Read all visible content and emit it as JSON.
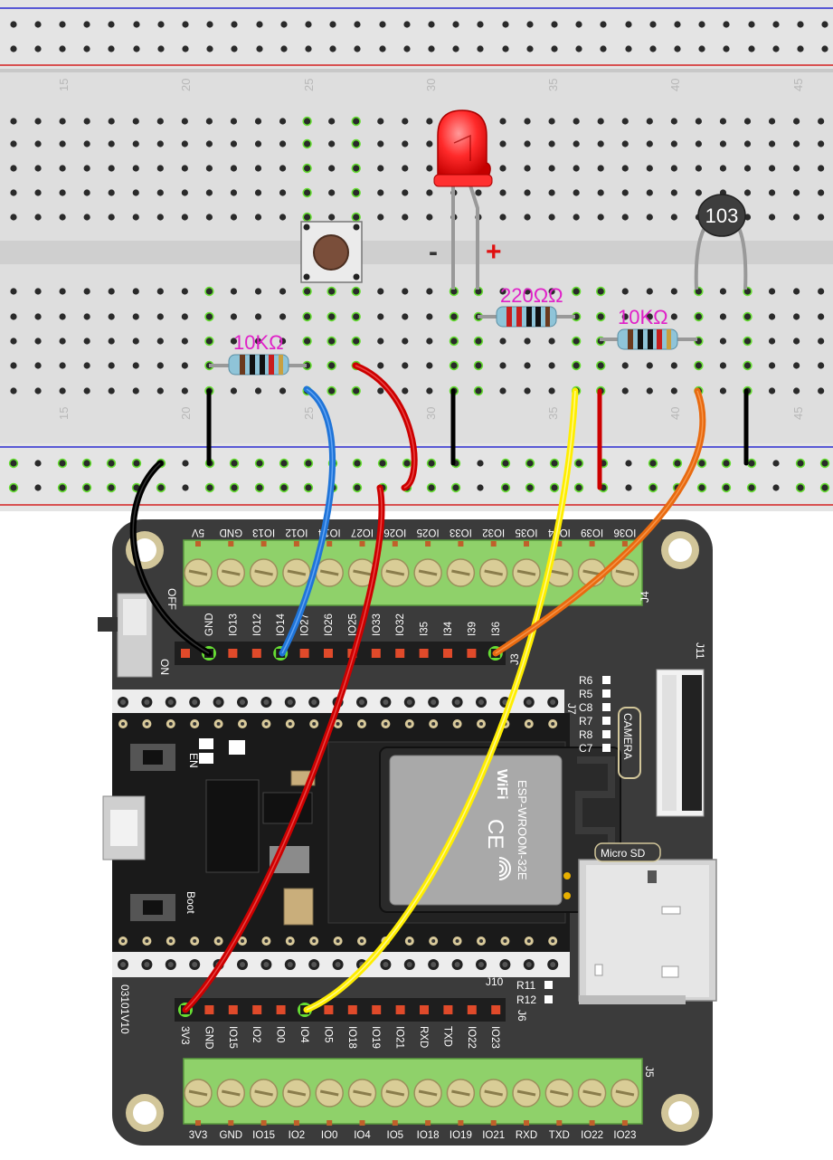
{
  "breadboard": {
    "column_numbers": [
      "15",
      "20",
      "25",
      "30",
      "35",
      "40",
      "45"
    ]
  },
  "components": {
    "resistor_left_label": "10KΩ",
    "resistor_led_label": "220ΩΩ",
    "resistor_thermistor_label": "10KΩ",
    "thermistor_label": "103",
    "led_minus": "-",
    "led_plus": "+"
  },
  "board": {
    "j4_top_labels": [
      "5V",
      "GND",
      "IO13",
      "IO12",
      "IO14",
      "IO27",
      "IO26",
      "IO25",
      "IO33",
      "IO32",
      "IO35",
      "IO34",
      "IO39",
      "IO36"
    ],
    "j3_labels": [
      "GND",
      "IO13",
      "IO12",
      "IO14",
      "IO27",
      "IO26",
      "IO25",
      "IO33",
      "IO32",
      "I35",
      "I34",
      "I39",
      "I36"
    ],
    "j6_labels": [
      "3V3",
      "GND",
      "IO15",
      "IO2",
      "IO0",
      "IO4",
      "IO5",
      "IO18",
      "IO19",
      "IO21",
      "RXD",
      "TXD",
      "IO22",
      "IO23"
    ],
    "j5_bottom_labels": [
      "3V3",
      "GND",
      "IO15",
      "IO2",
      "IO0",
      "IO4",
      "IO5",
      "IO18",
      "IO19",
      "IO21",
      "RXD",
      "TXD",
      "IO22",
      "IO23"
    ],
    "header_j4": "J4",
    "header_j3": "J3",
    "header_j6": "J6",
    "header_j5": "J5",
    "header_j10": "J10",
    "header_j11": "J11",
    "header_j7": "J7",
    "switch_off": "OFF",
    "switch_on": "ON",
    "btn_en": "EN",
    "btn_boot": "Boot",
    "camera": "CAMERA",
    "microsd": "Micro SD",
    "module_name": "ESP-WROOM-32E",
    "wifi": "WiFi",
    "ce": "CE",
    "version": "03101V10",
    "r_labels_right": [
      "R6",
      "R5",
      "C8",
      "R7",
      "R8",
      "C7"
    ],
    "r_labels_bottom": [
      "R11",
      "R12"
    ]
  }
}
